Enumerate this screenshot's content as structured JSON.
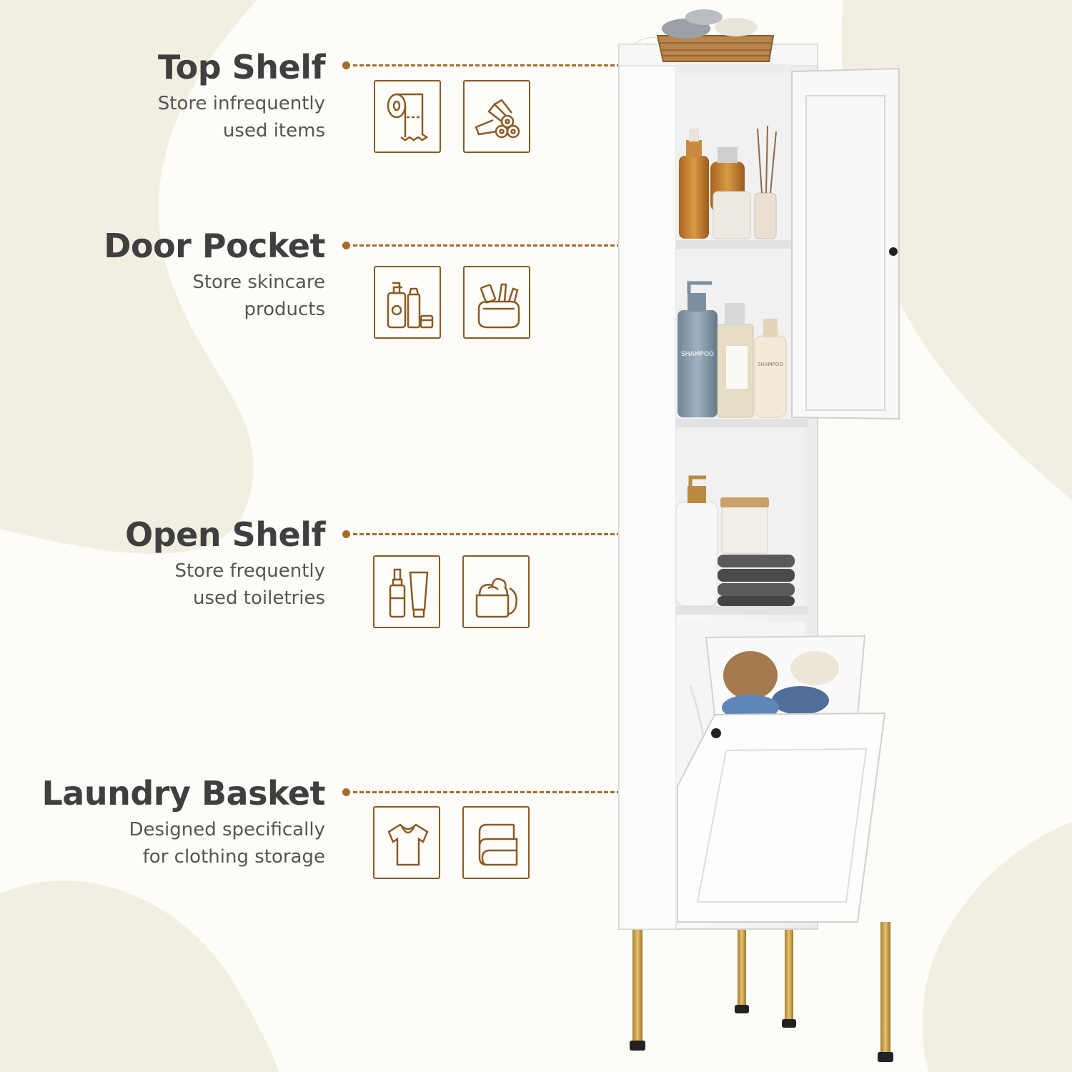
{
  "features": [
    {
      "title": "Top Shelf",
      "desc_lines": [
        "Store infrequently",
        "used items"
      ],
      "icons": [
        "toilet-paper-roll-icon",
        "rolled-towels-icon"
      ]
    },
    {
      "title": "Door Pocket",
      "desc_lines": [
        "Store skincare",
        "products"
      ],
      "icons": [
        "skincare-bottles-icon",
        "cosmetic-bag-icon"
      ]
    },
    {
      "title": "Open Shelf",
      "desc_lines": [
        "Store frequently",
        "used toiletries"
      ],
      "icons": [
        "dropper-and-tube-icon",
        "cream-jar-icon"
      ]
    },
    {
      "title": "Laundry Basket",
      "desc_lines": [
        "Designed specifically",
        "for clothing storage"
      ],
      "icons": [
        "t-shirt-icon",
        "folded-towel-icon"
      ]
    }
  ],
  "product_labels": {
    "bottle_left": "SHAMPOO",
    "bottle_right": "SHAMPOO"
  },
  "colors": {
    "accent": "#a66b2a",
    "icon_stroke": "#8a5a24",
    "title_text": "#3f3f3f",
    "background": "#fdfcf9",
    "background_shape": "#f2ede1",
    "cabinet": "#ffffff",
    "legs": "#c9a24a"
  }
}
